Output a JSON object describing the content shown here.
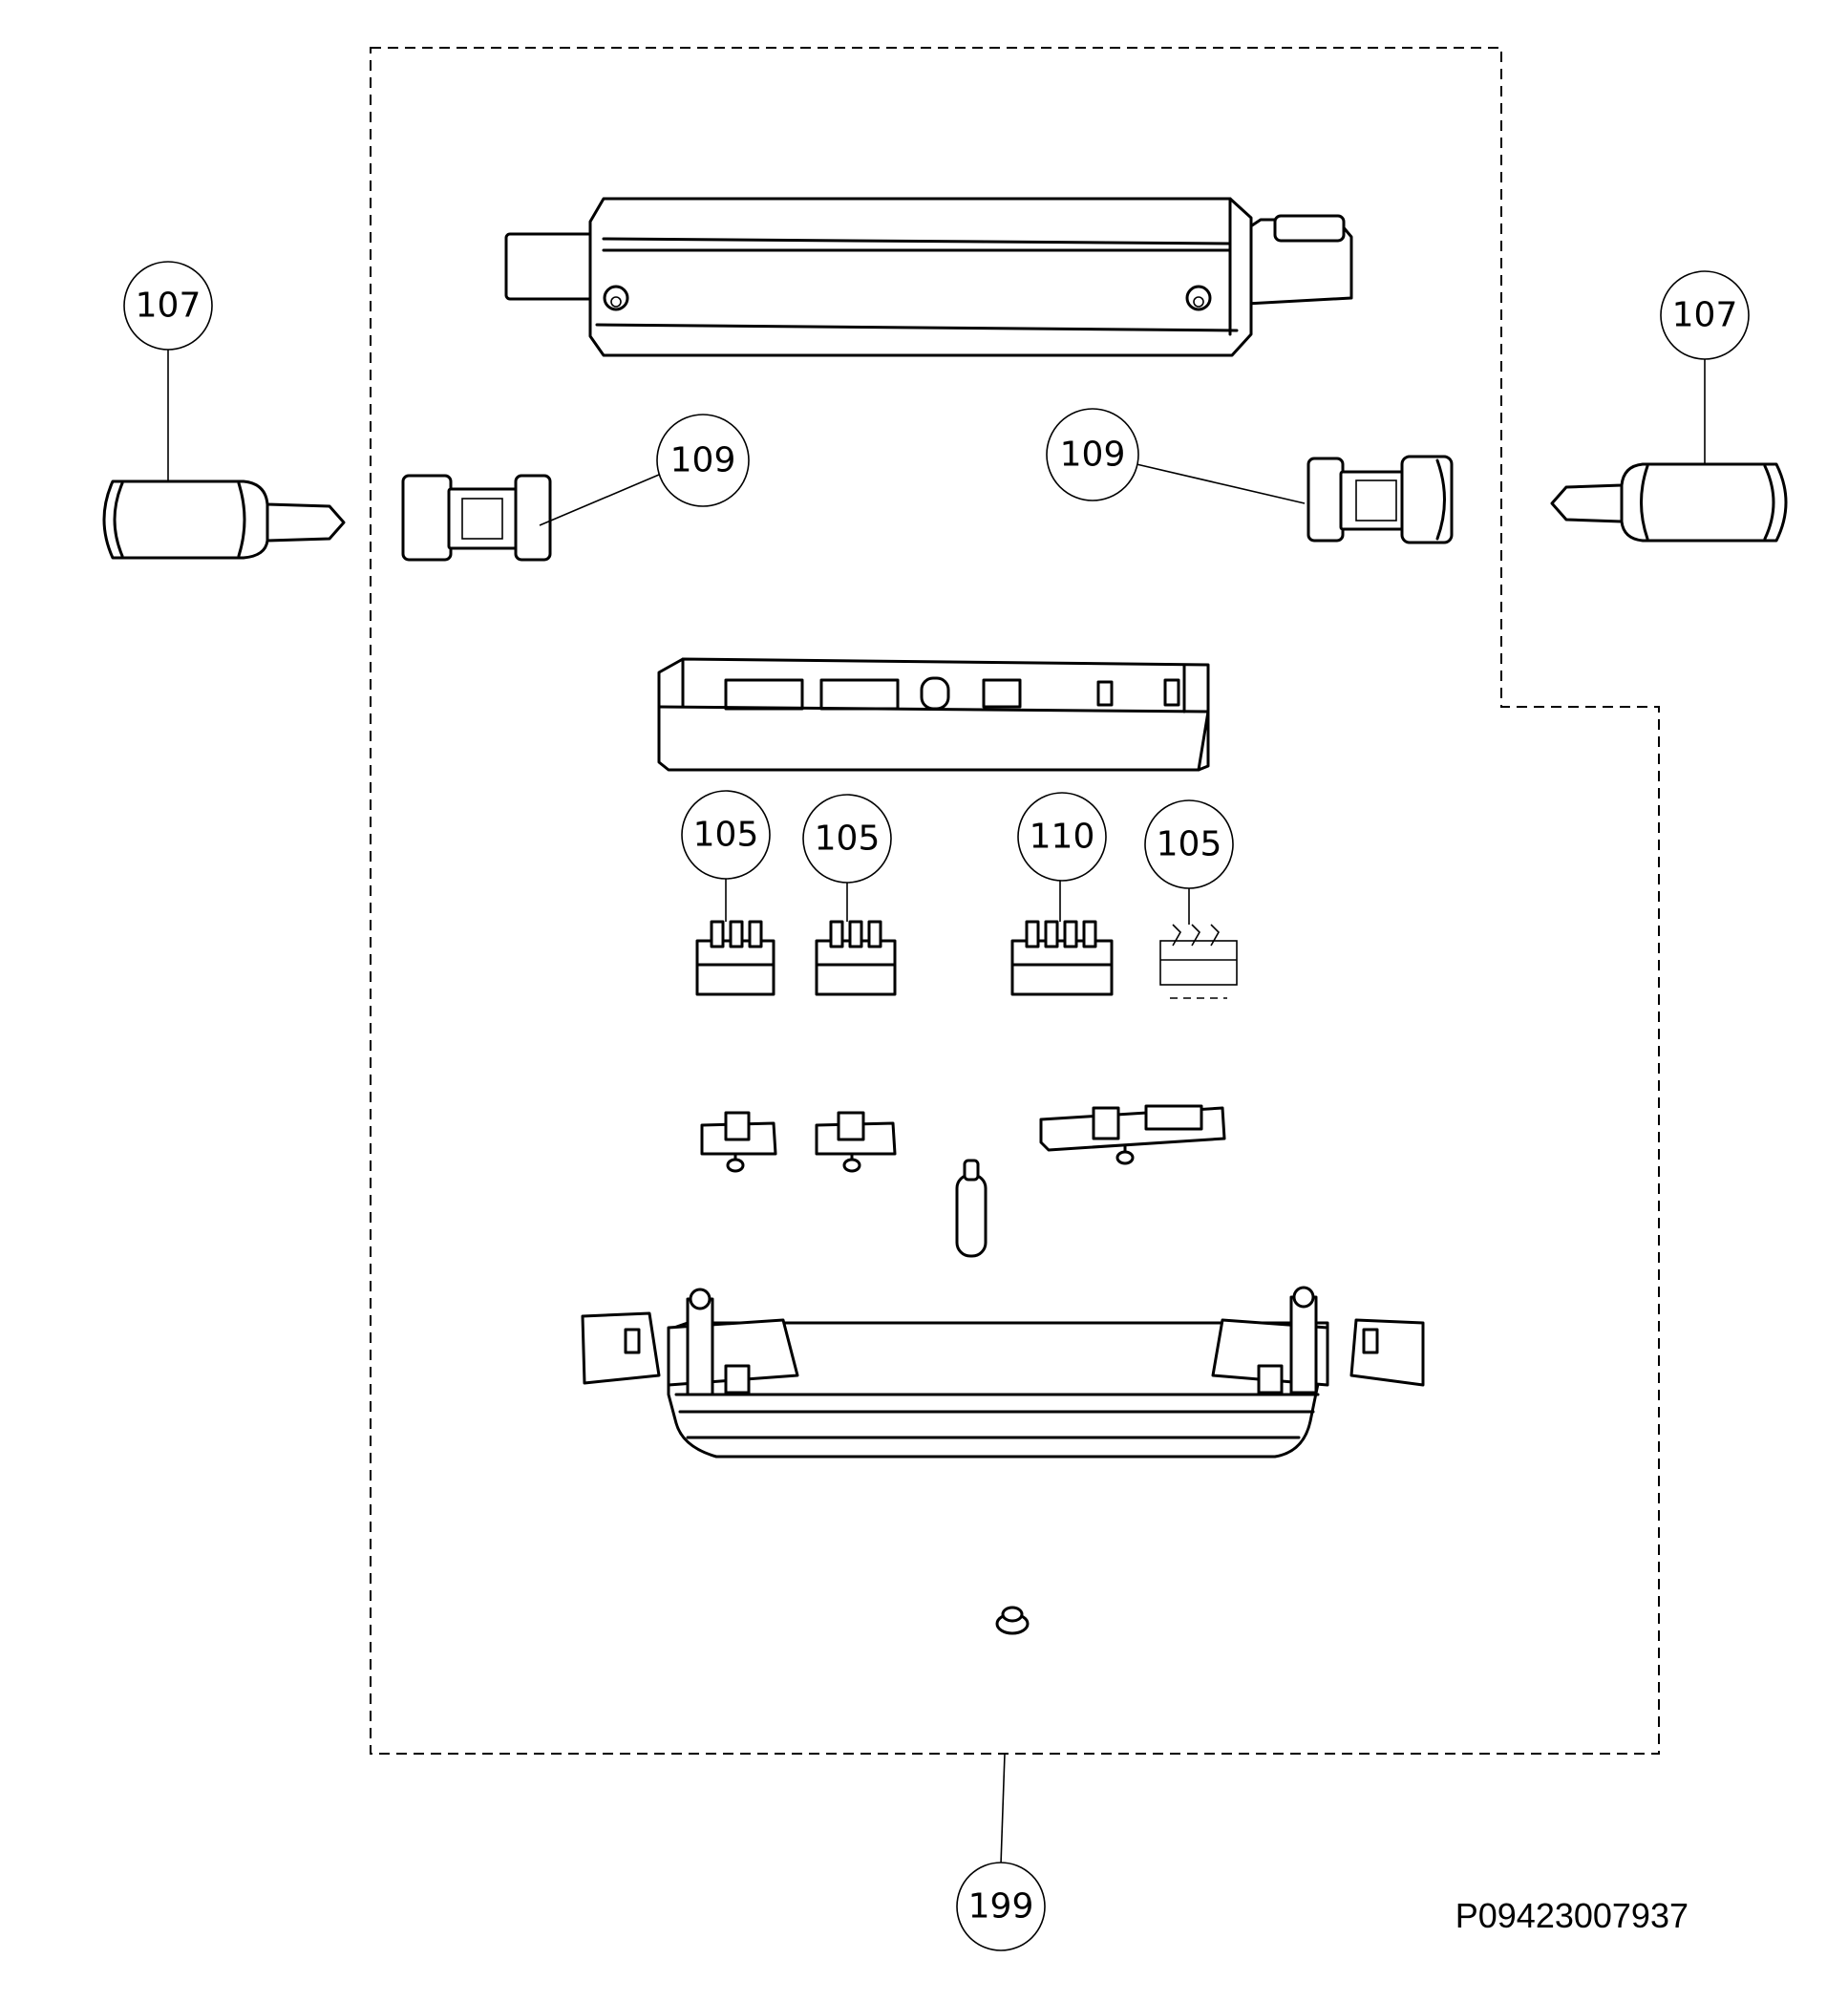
{
  "callouts": [
    {
      "label": "107"
    },
    {
      "label": "107"
    },
    {
      "label": "109"
    },
    {
      "label": "109"
    },
    {
      "label": "105"
    },
    {
      "label": "105"
    },
    {
      "label": "110"
    },
    {
      "label": "105"
    },
    {
      "label": "199"
    }
  ],
  "drawing_code": "P09423007937"
}
